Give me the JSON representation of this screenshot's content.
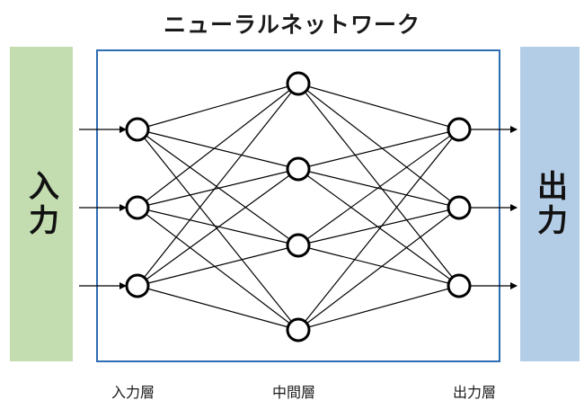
{
  "title": "ニューラルネットワーク",
  "input_label": "入力",
  "output_label": "出力",
  "layers": [
    {
      "name": "入力層",
      "nodes": 3
    },
    {
      "name": "中間層",
      "nodes": 4
    },
    {
      "name": "出力層",
      "nodes": 3
    }
  ],
  "colors": {
    "input_bar": "#c3dcb0",
    "output_bar": "#b4cde6",
    "frame": "#2e6db4",
    "node_stroke": "#000000",
    "edge": "#000000"
  }
}
